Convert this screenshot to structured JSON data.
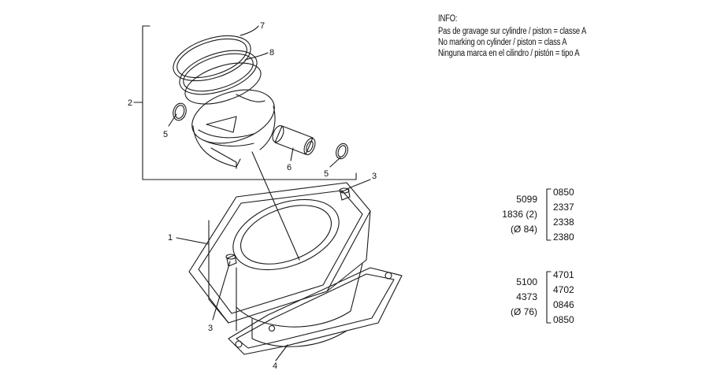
{
  "info": {
    "heading": "INFO:",
    "lines": [
      "Pas de gravage sur cylindre / piston = classe A",
      "No marking on cylinder / piston = class A",
      "Ninguna marca en el cilindro / pistón = tipo A"
    ]
  },
  "callouts": {
    "c7": "7",
    "c8": "8",
    "c2": "2",
    "c5a": "5",
    "c6": "6",
    "c5b": "5",
    "c3a": "3",
    "c1": "1",
    "c3b": "3",
    "c4": "4"
  },
  "groups": [
    {
      "left": [
        "5099",
        "1836 (2)",
        "(Ø 84)"
      ],
      "right": [
        "0850",
        "2337",
        "2338",
        "2380"
      ]
    },
    {
      "left": [
        "5100",
        "4373",
        "(Ø 76)"
      ],
      "right": [
        "4701",
        "4702",
        "0846",
        "0850"
      ]
    }
  ],
  "colors": {
    "line": "#1a1a1a",
    "background": "#ffffff"
  }
}
